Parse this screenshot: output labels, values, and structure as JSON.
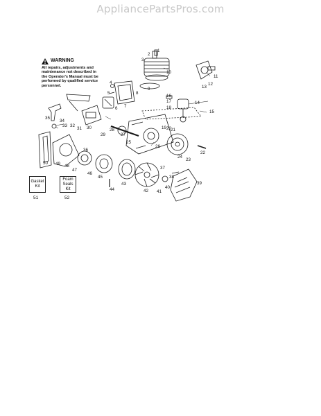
{
  "watermark": "AppliancePartsPros.com",
  "warning": {
    "title": "WARNING",
    "text": "All repairs, adjustments and maintenance not described in the Operator's Manual must be performed by qualified service personnel."
  },
  "kits": [
    {
      "label": "Gasket Kit",
      "number": "51"
    },
    {
      "label": "Foam Seals Kit",
      "number": "52"
    }
  ],
  "callouts": [
    "1",
    "2",
    "3",
    "4",
    "5",
    "6",
    "7",
    "8",
    "9",
    "10",
    "11",
    "12",
    "13",
    "14",
    "15",
    "16",
    "17",
    "18",
    "19",
    "20",
    "21",
    "22",
    "23",
    "24",
    "25",
    "26",
    "27",
    "28",
    "29",
    "30",
    "31",
    "32",
    "33",
    "34",
    "35",
    "36",
    "37",
    "38",
    "39",
    "40",
    "41",
    "42",
    "43",
    "44",
    "45",
    "46",
    "47",
    "48",
    "49",
    "50"
  ],
  "colors": {
    "line": "#1a1a1a",
    "watermark": "#c8c8c8"
  }
}
